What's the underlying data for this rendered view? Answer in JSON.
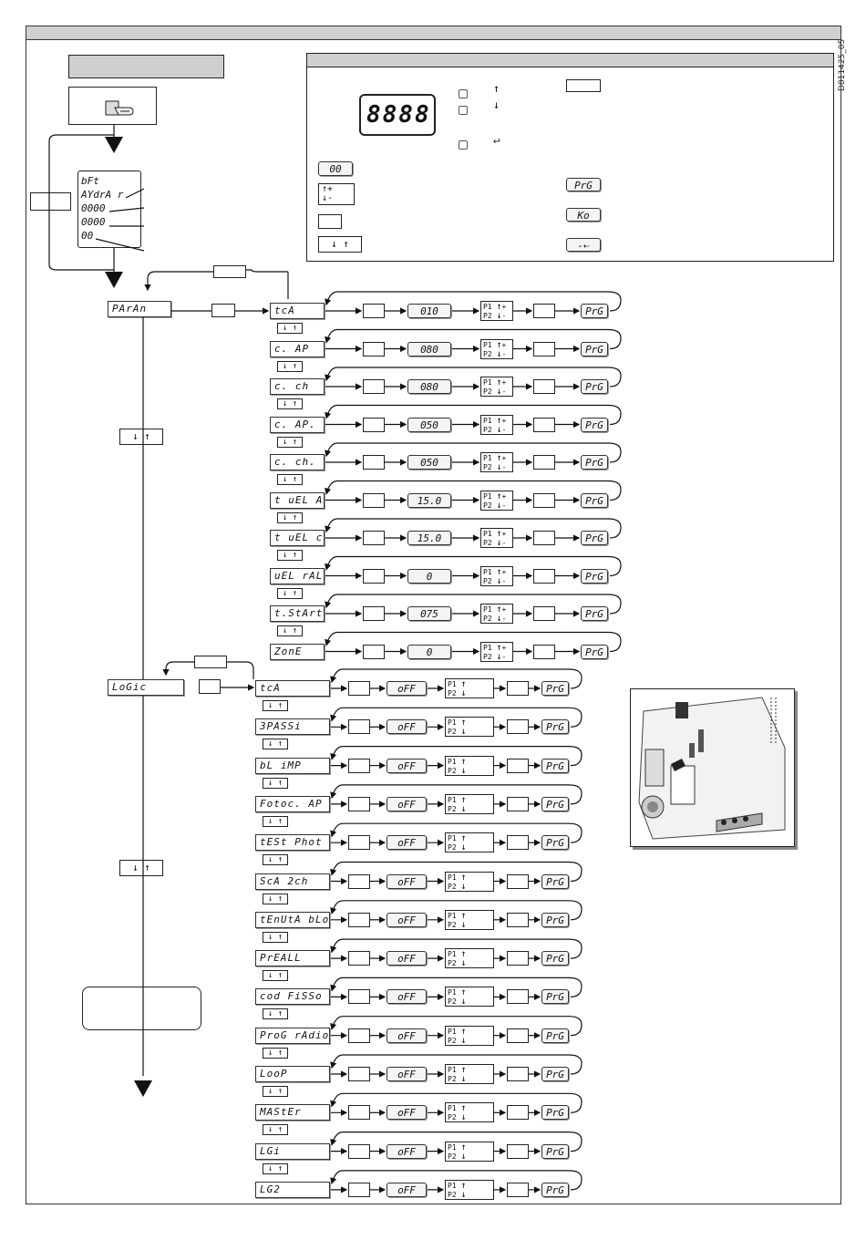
{
  "doc_id": "D811425_05",
  "legend": {
    "display": "8888",
    "up_label": "↑",
    "down_label": "↓",
    "enter_label": "↵",
    "zero_label": "00",
    "plus": "+",
    "minus": "-",
    "arrows_label": "↓ ↑",
    "prg_label": "PrG",
    "ko_label": "Ko",
    "minus_key_label": "-⇠"
  },
  "startup_display": [
    "bFt",
    "AYdrA r",
    "0000",
    "0000",
    "00"
  ],
  "nav_label": "↓ ↑",
  "param": {
    "menu": "PArAn",
    "p1": "P1",
    "p2": "P2",
    "up": "↑",
    "down": "↓",
    "plus": "+",
    "minus": "-",
    "prg": "PrG",
    "items": [
      {
        "name": "tcA",
        "value": "010"
      },
      {
        "name": "c. AP",
        "value": "080"
      },
      {
        "name": "c. ch",
        "value": "080"
      },
      {
        "name": "c. AP. rALL",
        "value": "050"
      },
      {
        "name": "c. ch. rALL",
        "value": "050"
      },
      {
        "name": "t uEL AP",
        "value": "15.0"
      },
      {
        "name": "t uEL ch",
        "value": "15.0"
      },
      {
        "name": "uEL rALL",
        "value": "0"
      },
      {
        "name": "t.StArt",
        "value": "075"
      },
      {
        "name": "ZonE",
        "value": "0"
      }
    ]
  },
  "logic": {
    "menu": "LoGic",
    "p1": "P1",
    "p2": "P2",
    "up": "↑",
    "down": "↓",
    "prg": "PrG",
    "items": [
      {
        "name": "tcA",
        "value": "oFF"
      },
      {
        "name": "3PASSi",
        "value": "oFF"
      },
      {
        "name": "bL iMP",
        "value": "oFF"
      },
      {
        "name": "Fotoc. AP",
        "value": "oFF"
      },
      {
        "name": "tESt Phot",
        "value": "oFF"
      },
      {
        "name": "ScA 2ch",
        "value": "oFF"
      },
      {
        "name": "tEnUtA bLocco",
        "value": "oFF"
      },
      {
        "name": "PrEALL",
        "value": "oFF"
      },
      {
        "name": "cod FiSSo",
        "value": "oFF"
      },
      {
        "name": "ProG rAdio",
        "value": "oFF"
      },
      {
        "name": "LooP",
        "value": "oFF"
      },
      {
        "name": "MAStEr",
        "value": "oFF"
      },
      {
        "name": "LGi",
        "value": "oFF"
      },
      {
        "name": "LG2",
        "value": "oFF"
      }
    ]
  }
}
